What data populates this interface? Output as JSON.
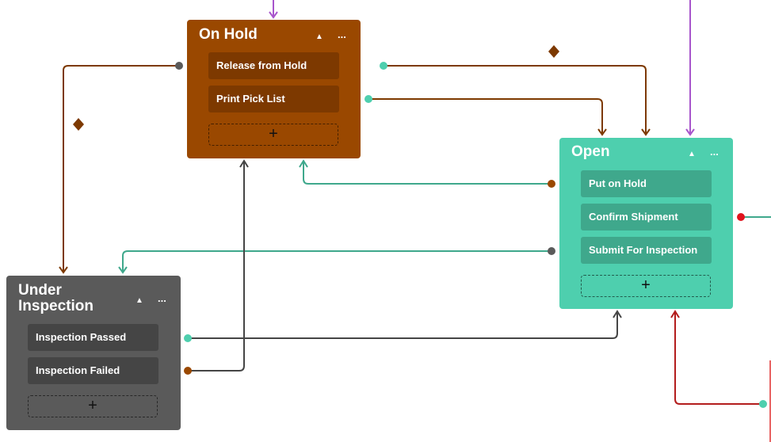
{
  "colors": {
    "on_hold": "#9a4800",
    "open": "#4ecfae",
    "under_inspection": "#5a5a5a",
    "purple_link": "#a855cc",
    "red_link": "#b31d1d"
  },
  "nodes": {
    "on_hold": {
      "title": "On Hold",
      "collapse_icon": "caret-up-icon",
      "menu_icon": "more-icon",
      "menu_label": "...",
      "transitions": [
        "Release from Hold",
        "Print Pick List"
      ],
      "add_label": "+"
    },
    "open": {
      "title": "Open",
      "collapse_icon": "caret-up-icon",
      "menu_icon": "more-icon",
      "menu_label": "...",
      "transitions": [
        "Put on Hold",
        "Confirm Shipment",
        "Submit For Inspection"
      ],
      "add_label": "+"
    },
    "under_inspection": {
      "title_line1": "Under",
      "title_line2": "Inspection",
      "collapse_icon": "caret-up-icon",
      "menu_icon": "more-icon",
      "menu_label": "...",
      "transitions": [
        "Inspection Passed",
        "Inspection Failed"
      ],
      "add_label": "+"
    }
  }
}
